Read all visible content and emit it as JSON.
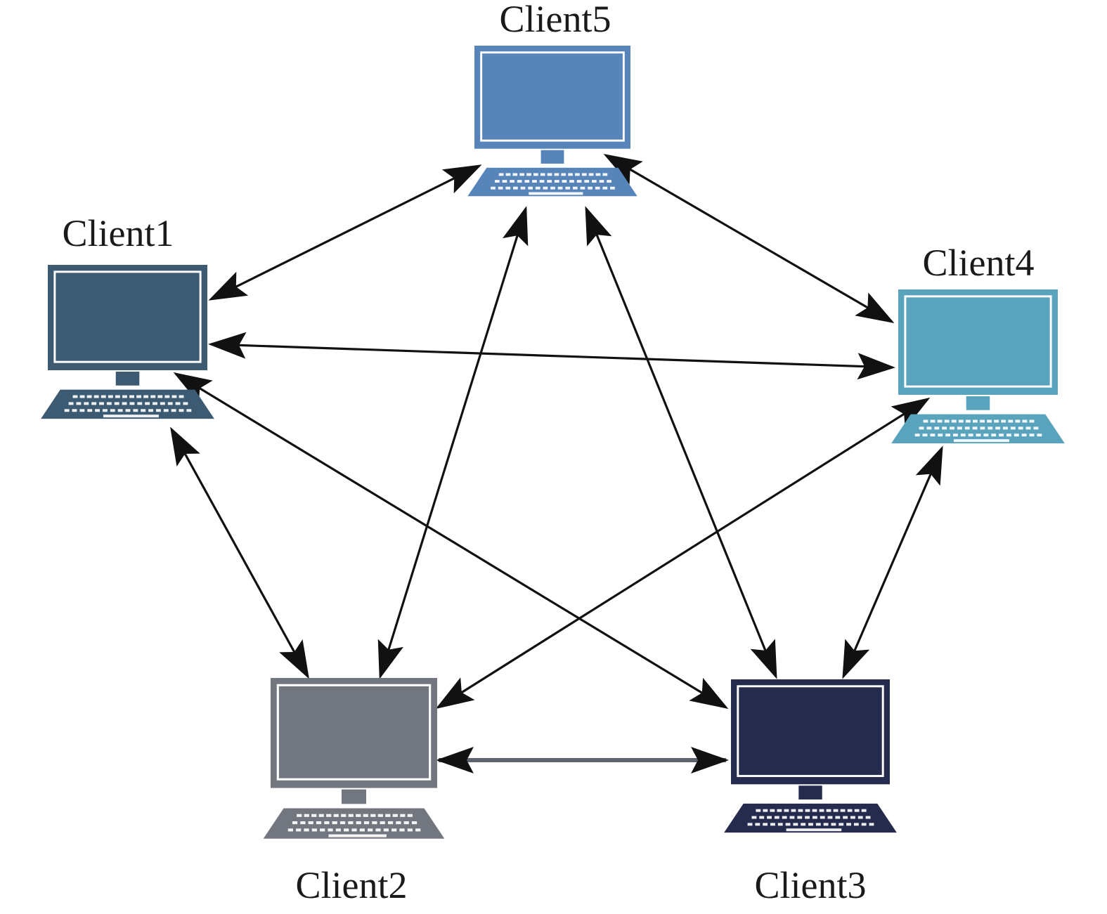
{
  "diagram": {
    "colors": {
      "client1": "#3c5b73",
      "client2": "#72777f",
      "client3": "#252b4d",
      "client4": "#5aa3bd",
      "client5": "#5785ba",
      "arrow": "#111111",
      "background": "#ffffff"
    },
    "nodes": [
      {
        "id": "client1",
        "label": "Client1",
        "icon": "desktop-computer-icon"
      },
      {
        "id": "client2",
        "label": "Client2",
        "icon": "desktop-computer-icon"
      },
      {
        "id": "client3",
        "label": "Client3",
        "icon": "desktop-computer-icon"
      },
      {
        "id": "client4",
        "label": "Client4",
        "icon": "desktop-computer-icon"
      },
      {
        "id": "client5",
        "label": "Client5",
        "icon": "desktop-computer-icon"
      }
    ],
    "edges": [
      {
        "from": "client5",
        "to": "client1",
        "direction": "bidirectional"
      },
      {
        "from": "client5",
        "to": "client4",
        "direction": "bidirectional"
      },
      {
        "from": "client5",
        "to": "client2",
        "direction": "bidirectional"
      },
      {
        "from": "client5",
        "to": "client3",
        "direction": "bidirectional"
      },
      {
        "from": "client1",
        "to": "client4",
        "direction": "bidirectional"
      },
      {
        "from": "client1",
        "to": "client3",
        "direction": "bidirectional"
      },
      {
        "from": "client1",
        "to": "client2",
        "direction": "bidirectional"
      },
      {
        "from": "client4",
        "to": "client2",
        "direction": "bidirectional"
      },
      {
        "from": "client4",
        "to": "client3",
        "direction": "bidirectional"
      },
      {
        "from": "client2",
        "to": "client3",
        "direction": "bidirectional"
      }
    ]
  }
}
